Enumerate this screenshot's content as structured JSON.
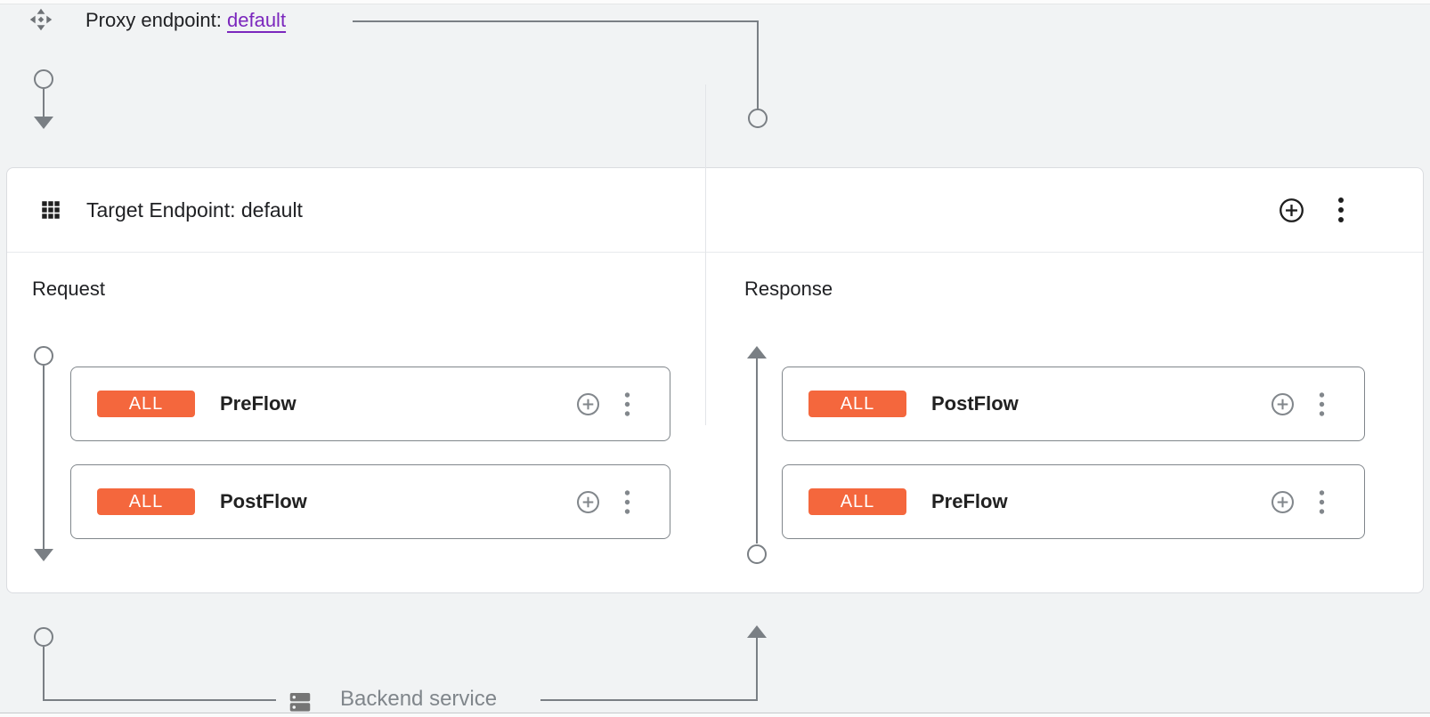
{
  "proxy": {
    "label": "Proxy endpoint:",
    "link_text": "default"
  },
  "target_endpoint": {
    "title": "Target Endpoint: default"
  },
  "request_panel": {
    "label": "Request",
    "flows": [
      {
        "badge": "ALL",
        "name": "PreFlow"
      },
      {
        "badge": "ALL",
        "name": "PostFlow"
      }
    ]
  },
  "response_panel": {
    "label": "Response",
    "flows": [
      {
        "badge": "ALL",
        "name": "PostFlow"
      },
      {
        "badge": "ALL",
        "name": "PreFlow"
      }
    ]
  },
  "backend_service": {
    "label": "Backend service"
  },
  "icons": {
    "proxy_endpoint": "move-diamond-icon",
    "target_endpoint": "apps-grid-icon",
    "add": "plus-circle-icon",
    "more": "kebab-menu-icon",
    "backend": "dns-servers-icon"
  },
  "colors": {
    "background": "#F1F3F4",
    "badge_orange": "#F4673D",
    "link_purple": "#7B27BD",
    "connector_gray": "#7A7F84",
    "icon_dark": "#1F1F1F",
    "gray_text": "#80868B"
  }
}
